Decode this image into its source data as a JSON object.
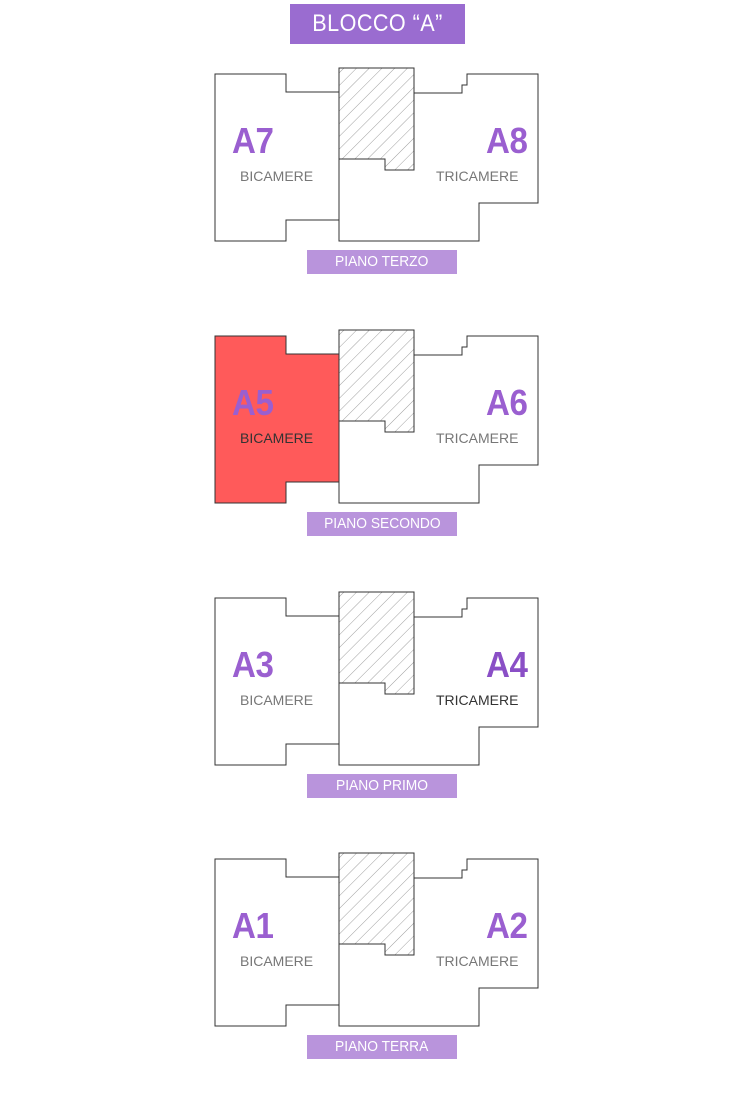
{
  "block": {
    "title": "BLOCCO “A”"
  },
  "colors": {
    "accent": "#9a6cd0",
    "label_bg": "#b994dc",
    "unit_code": "#9a5fd0",
    "highlight": "#ff5a5a",
    "outline": "#333333",
    "hatch": "#999999"
  },
  "floors": [
    {
      "label": "PIANO TERZO",
      "left_unit": {
        "code": "A7",
        "type": "BICAMERE",
        "highlighted": false
      },
      "right_unit": {
        "code": "A8",
        "type": "TRICAMERE",
        "highlighted": false
      }
    },
    {
      "label": "PIANO SECONDO",
      "left_unit": {
        "code": "A5",
        "type": "BICAMERE",
        "highlighted": true
      },
      "right_unit": {
        "code": "A6",
        "type": "TRICAMERE",
        "highlighted": false
      }
    },
    {
      "label": "PIANO PRIMO",
      "left_unit": {
        "code": "A3",
        "type": "BICAMERE",
        "highlighted": false
      },
      "right_unit": {
        "code": "A4",
        "type": "TRICAMERE",
        "highlighted": false
      }
    },
    {
      "label": "PIANO TERRA",
      "left_unit": {
        "code": "A1",
        "type": "BICAMERE",
        "highlighted": false
      },
      "right_unit": {
        "code": "A2",
        "type": "TRICAMERE",
        "highlighted": false
      }
    }
  ]
}
